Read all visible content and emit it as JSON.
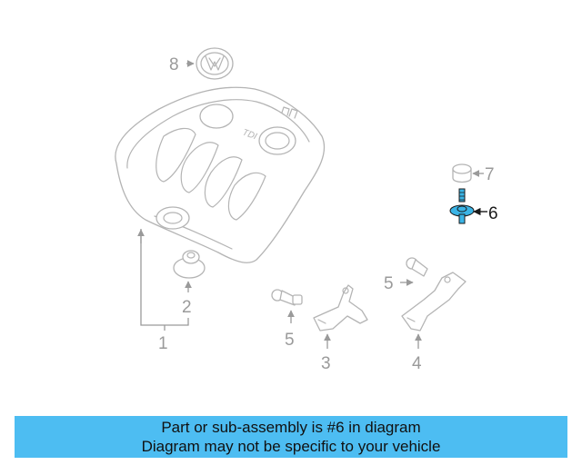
{
  "callouts": {
    "c1": "1",
    "c2": "2",
    "c3": "3",
    "c4": "4",
    "c5a": "5",
    "c5b": "5",
    "c6": "6",
    "c7": "7",
    "c8": "8"
  },
  "highlight_color": "#3ab4e6",
  "banner": {
    "line1": "Part or sub-assembly is #6 in diagram",
    "line2": "Diagram may not be specific to your vehicle",
    "background": "#4dbdf2"
  },
  "emblem_text": "TDI"
}
